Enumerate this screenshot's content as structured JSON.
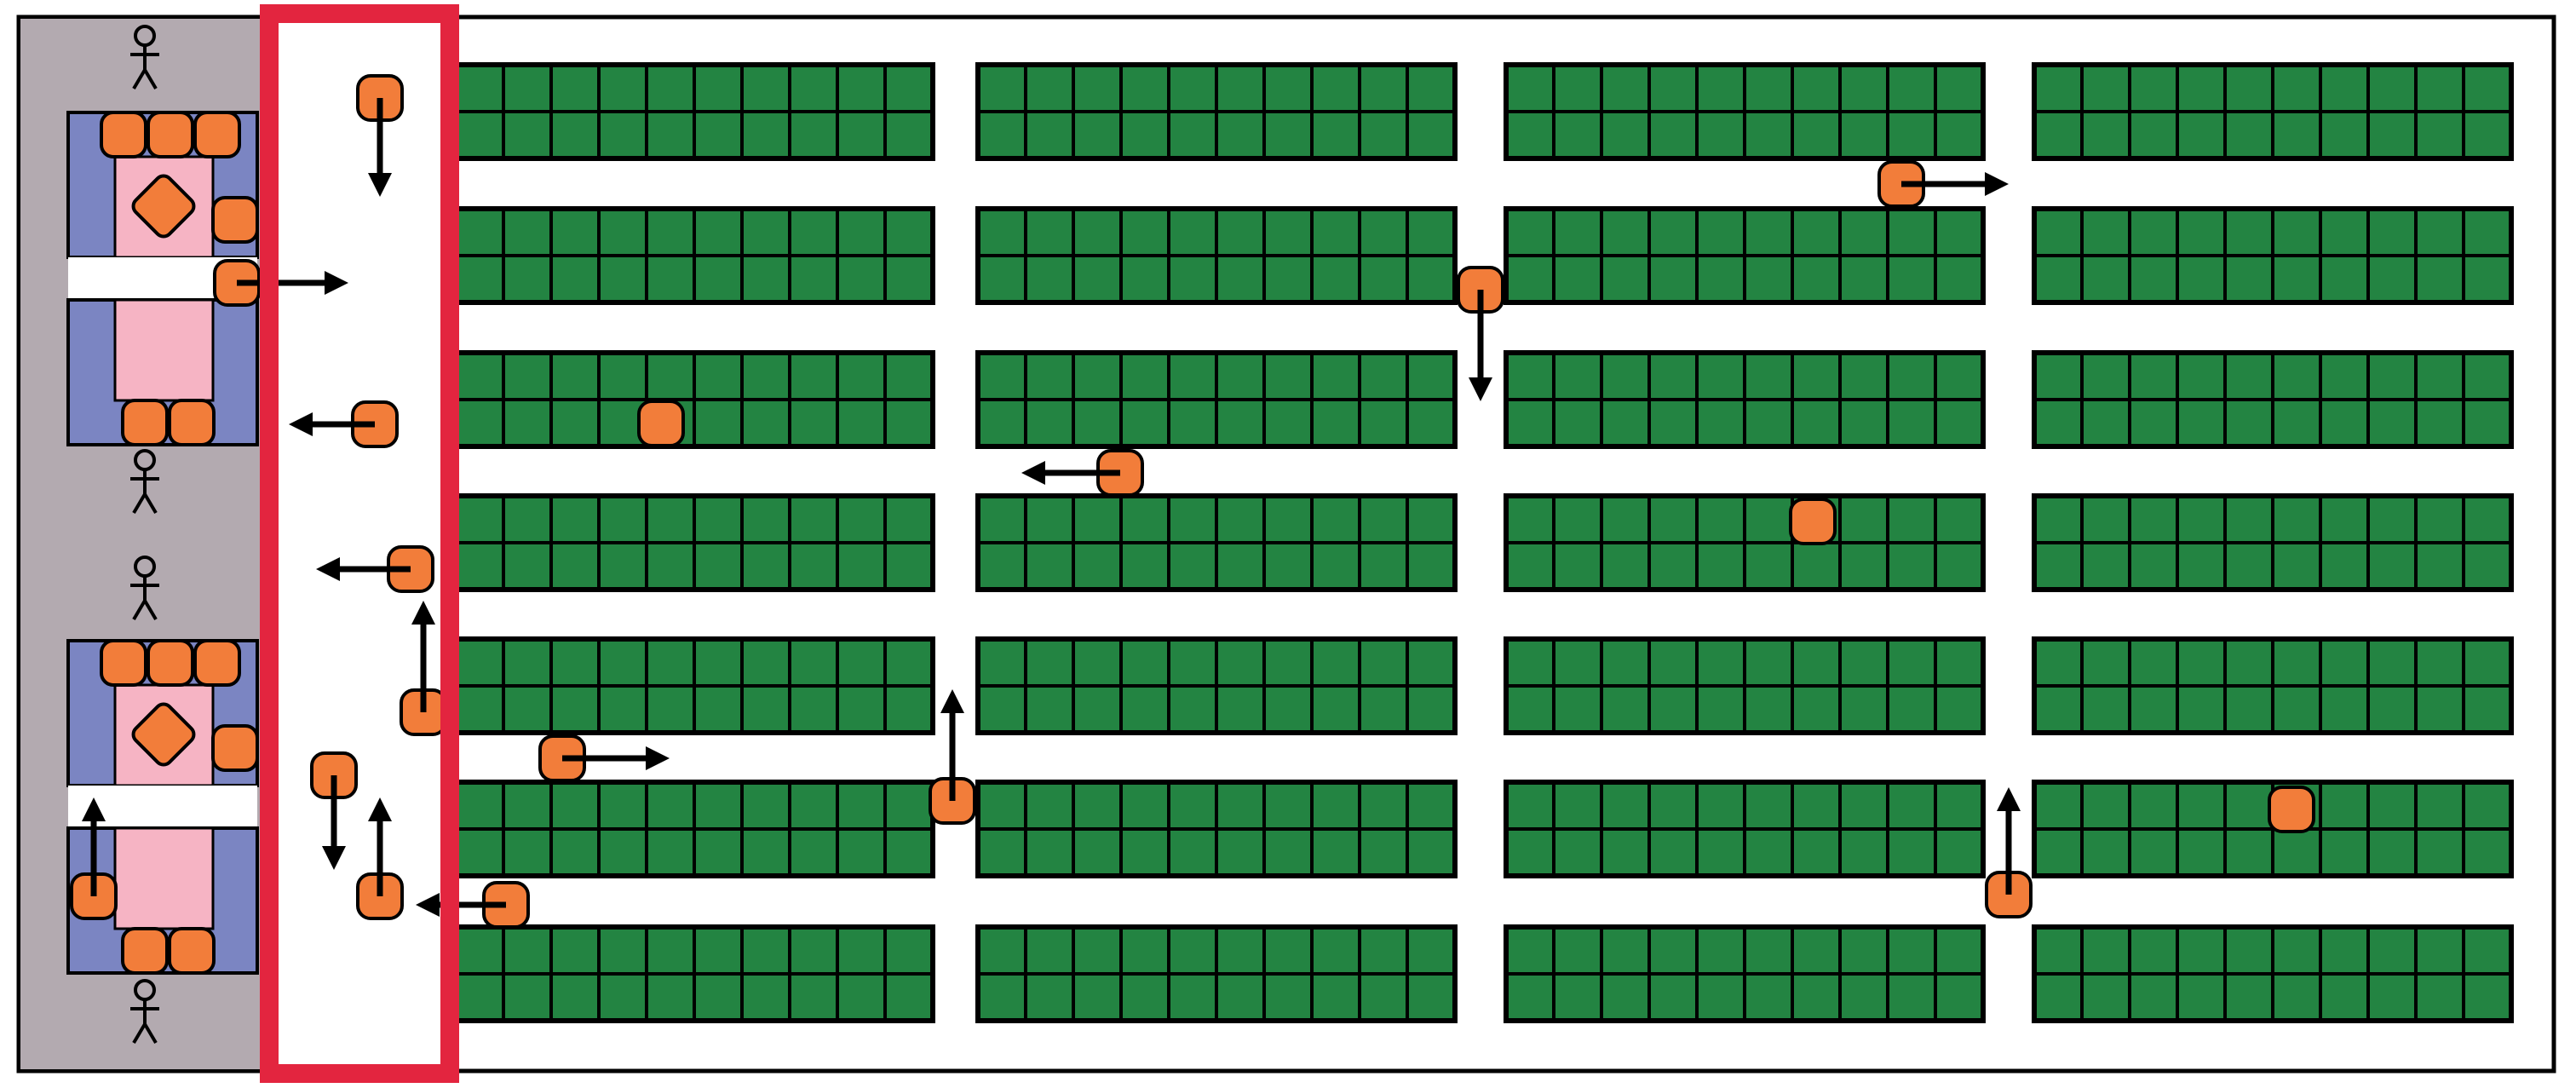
{
  "colors": {
    "background": "#ffffff",
    "outline": "#000000",
    "station_bg": "#b3aab0",
    "station_frame": "#7b85c2",
    "station_workarea": "#f6b4c4",
    "rack": "#238442",
    "robot": "#f27d3a",
    "highlight": "#e3253f"
  },
  "icons": {
    "robot": "mobile-robot-icon",
    "worker": "worker-person-icon",
    "arrow": "arrow-icon",
    "diamond": "diamond-icon"
  },
  "layout_grid": {
    "rack_rows": 7,
    "rack_blocks_per_row": 4,
    "rack_columns_per_block": 10,
    "rack_tiers_per_block": 2,
    "picking_stations": 2
  }
}
